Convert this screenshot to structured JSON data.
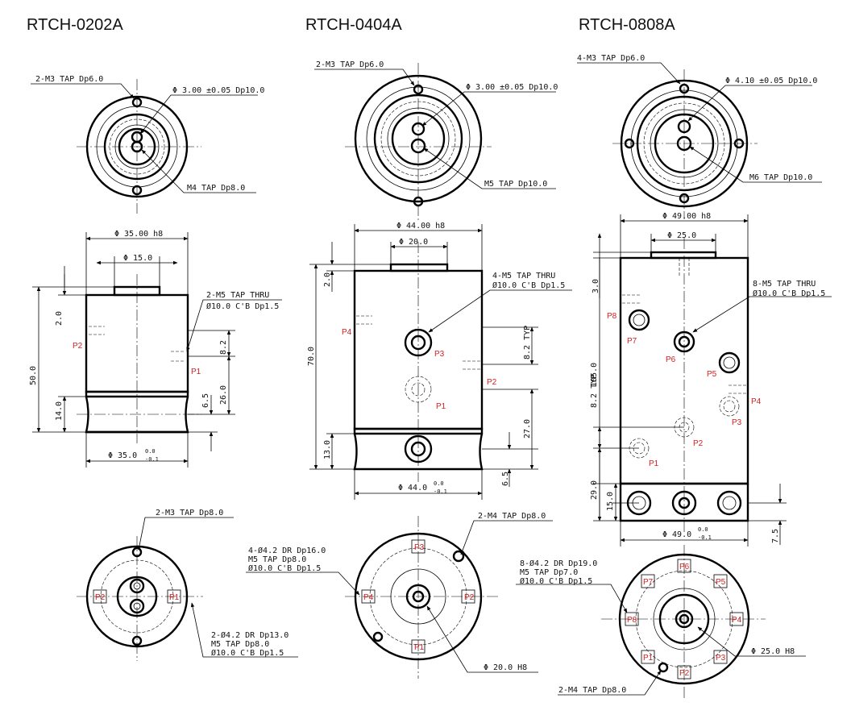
{
  "titles": {
    "a": "RTCH-0202A",
    "b": "RTCH-0404A",
    "c": "RTCH-0808A"
  },
  "a": {
    "top_tap": "2-M3 TAP Dp6.0",
    "top_pin": "Φ 3.00 ±0.05 Dp10.0",
    "top_m4": "M4 TAP Dp8.0",
    "dia_h8": "Φ 35.00 h8",
    "dia_15": "Φ 15.0",
    "side_tap_1": "2-M5 TAP THRU",
    "side_tap_2": "Ø10.0 C'B Dp1.5",
    "d20": "2.0",
    "d500": "50.0",
    "d82": "8.2",
    "d260": "26.0",
    "d65": "6.5",
    "d140": "14.0",
    "dia_bot": "Φ 35.0",
    "tol_up": "0.0",
    "tol_lo": "-0.1",
    "p1": "P1",
    "p2": "P2",
    "bot_tap": "2-M3 TAP Dp8.0",
    "bot_dr_1": "2-Ø4.2 DR Dp13.0",
    "bot_dr_2": "M5 TAP Dp8.0",
    "bot_dr_3": "Ø10.0 C'B Dp1.5"
  },
  "b": {
    "top_tap": "2-M3 TAP Dp6.0",
    "top_pin": "Φ 3.00 ±0.05 Dp10.0",
    "top_m5": "M5 TAP Dp10.0",
    "dia_h8": "Φ 44.00 h8",
    "dia_20": "Φ 20.0",
    "side_tap_1": "4-M5 TAP THRU",
    "side_tap_2": "Ø10.0 C'B Dp1.5",
    "d20": "2.0",
    "d700": "70.0",
    "d82": "8.2 TYP",
    "d270": "27.0",
    "d130": "13.0",
    "d65": "6.5",
    "dia_bot": "Φ 44.0",
    "tol_up": "0.0",
    "tol_lo": "-0.1",
    "p1": "P1",
    "p2": "P2",
    "p3": "P3",
    "p4": "P4",
    "bot_dr_1": "4-Ø4.2 DR Dp16.0",
    "bot_dr_2": "M5 TAP Dp8.0",
    "bot_dr_3": "Ø10.0 C'B Dp1.5",
    "bot_tap": "2-M4 TAP Dp8.0",
    "bot_h8": "Φ 20.0 H8"
  },
  "c": {
    "top_tap": "4-M3 TAP Dp6.0",
    "top_pin": "Φ 4.10 ±0.05 Dp10.0",
    "top_m6": "M6 TAP Dp10.0",
    "dia_h8": "Φ 49.00 h8",
    "dia_25": "Φ 25.0",
    "side_tap_1": "8-M5 TAP THRU",
    "side_tap_2": "Ø10.0 C'B Dp1.5",
    "d30": "3.0",
    "d1050": "105.0",
    "d82": "8.2 TYP",
    "d290": "29.0",
    "d150": "15.0",
    "d75": "7.5",
    "dia_bot": "Φ 49.0",
    "tol_up": "0.0",
    "tol_lo": "-0.1",
    "p1": "P1",
    "p2": "P2",
    "p3": "P3",
    "p4": "P4",
    "p5": "P5",
    "p6": "P6",
    "p7": "P7",
    "p8": "P8",
    "bot_dr_1": "8-Ø4.2 DR Dp19.0",
    "bot_dr_2": "M5 TAP Dp7.0",
    "bot_dr_3": "Ø10.0 C'B Dp1.5",
    "bot_h8": "Φ 25.0 H8",
    "bot_tap": "2-M4 TAP Dp8.0"
  }
}
